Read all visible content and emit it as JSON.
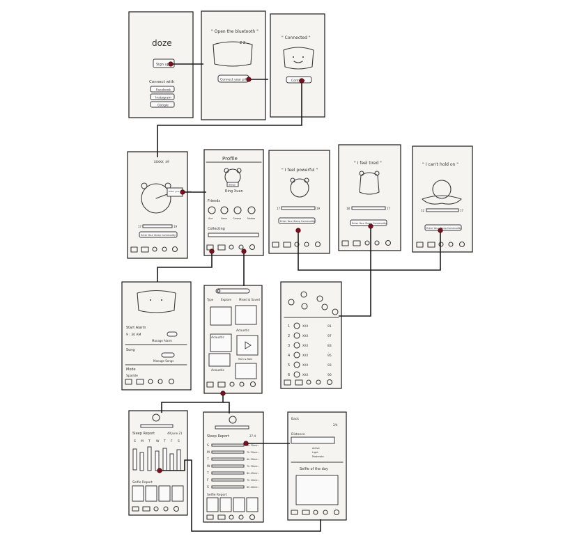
{
  "screens": {
    "login": {
      "app_name": "doze",
      "signup_label": "Sign up",
      "connect_with": "Connect with",
      "providers": [
        "Facebook",
        "Instagram",
        "Google"
      ]
    },
    "open_bluetooth": {
      "title": "\" Open the bluetooth \"",
      "zzz": "z z",
      "button": "Connect your pillow"
    },
    "connected": {
      "title": "\" Connected \"",
      "button": "Continue"
    },
    "alarm_home": {
      "time": "XXXXX 49",
      "flag_label": "Enter your Sleep time",
      "bar_left": "17",
      "bar_right": "19",
      "button": "Enter Your Sleep Commodity"
    },
    "profile": {
      "title": "Profile",
      "badge": "Sleep",
      "user": "Ring Xuan",
      "friends_label": "Friends",
      "friends": [
        "Ace",
        "Hann",
        "Carasa",
        "Nadoo"
      ],
      "collecting_label": "Collecting"
    },
    "feel_powerful": {
      "title": "\" I feel powerful \"",
      "bar_left": "17",
      "bar_right": "19",
      "button": "Enter Your Sleep Commodity"
    },
    "feel_tired": {
      "title": "\" I feel tired \"",
      "bar_left": "18",
      "bar_right": "17",
      "button": "Enter Your Sleep Commodity"
    },
    "cant_hold": {
      "title": "\" I can't hold on \"",
      "bar_left": "12",
      "bar_right": "17",
      "button": "Enter Your Sleep Commodity"
    },
    "settings": {
      "alarm_label": "Start Alarm",
      "alarm_value": "9 : 30 AM",
      "alarm_manage": "Manage Alarm",
      "song_label": "Song",
      "song_manage": "Manage Songs",
      "mode_label": "Mode",
      "mode_value": "Sparkle"
    },
    "explore": {
      "tabs": [
        "Type",
        "Explore",
        "Mixed & Saved"
      ],
      "cards": [
        "Acoustic",
        "Acoustic",
        "Acoustic",
        "Rain & Rain"
      ]
    },
    "leaderboard": {
      "ranks": [
        "1",
        "2",
        "3",
        "4",
        "5",
        "6"
      ],
      "names": [
        "XXX",
        "XXX",
        "XXX",
        "XXX",
        "XXX",
        "XXX"
      ],
      "scores": [
        "91",
        "97",
        "83",
        "95",
        "93",
        "90"
      ]
    },
    "sleep_report_week": {
      "title": "Sleep Report",
      "date": "49 June 21",
      "days": [
        "S",
        "M",
        "T",
        "W",
        "T",
        "F",
        "S"
      ],
      "selfie_label": "Selfie Report"
    },
    "sleep_report_list": {
      "title": "Sleep Report",
      "date": "27-4",
      "rows": [
        {
          "day": "S",
          "dur": "6h 30min"
        },
        {
          "day": "M",
          "dur": "7h 20min"
        },
        {
          "day": "T",
          "dur": "6h 50min"
        },
        {
          "day": "W",
          "dur": "7h 30min"
        },
        {
          "day": "T",
          "dur": "6h 45min"
        },
        {
          "day": "F",
          "dur": "7h 10min"
        },
        {
          "day": "S",
          "dur": "6h 40min"
        }
      ],
      "selfie_label": "Selfie Report"
    },
    "selfie_day": {
      "back": "Back",
      "date": "2/4",
      "distance_label": "Distance",
      "legend": [
        "Active",
        "Light",
        "Moderate"
      ],
      "section_title": "Selfie of the day"
    }
  },
  "colors": {
    "connector": "#1a1a1a",
    "node": "#7a1020",
    "paper": "#f5f4f1",
    "ink": "#333333"
  }
}
